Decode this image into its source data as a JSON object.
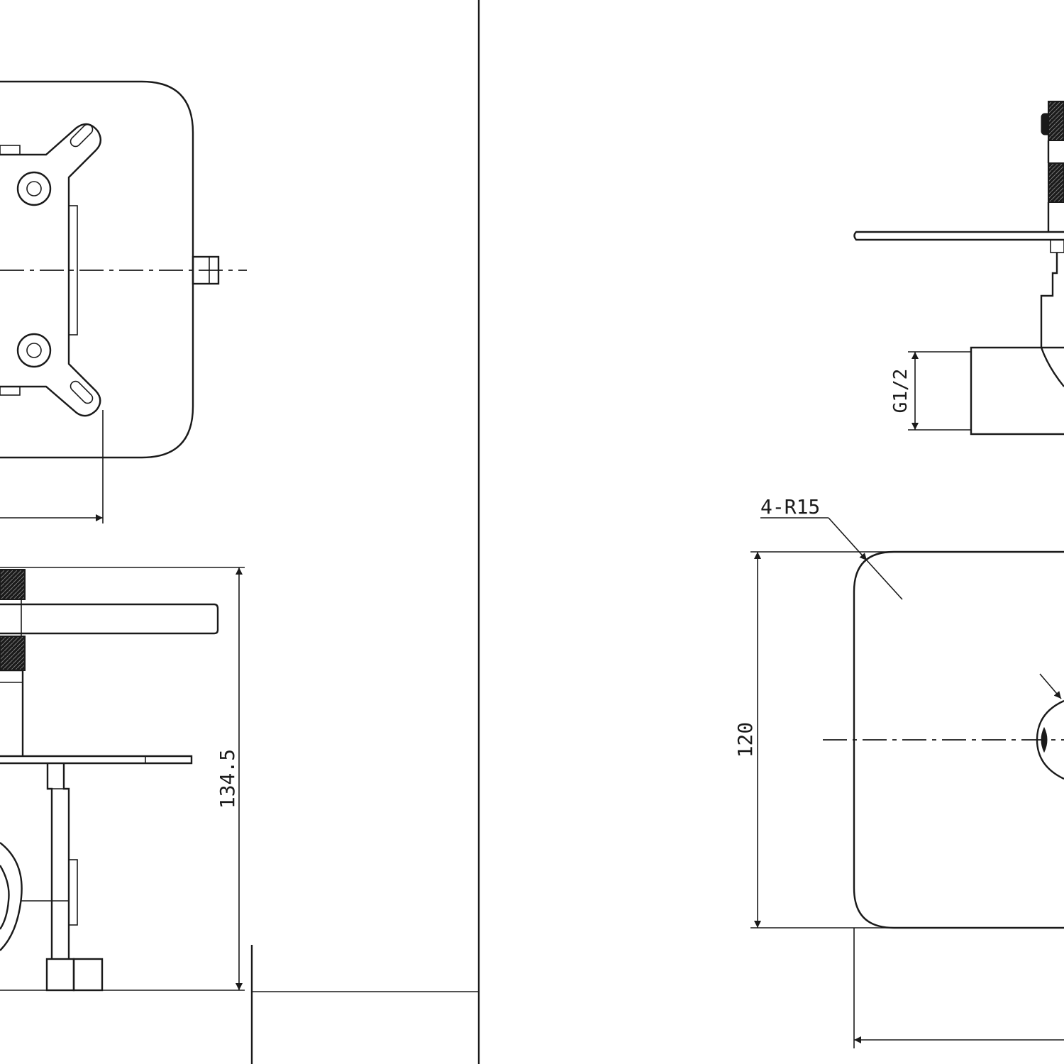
{
  "drawing": {
    "dimensions": {
      "side_height": "134.5",
      "front_height": "120",
      "corner_radius": "4-R15",
      "thread": "G1/2"
    }
  }
}
